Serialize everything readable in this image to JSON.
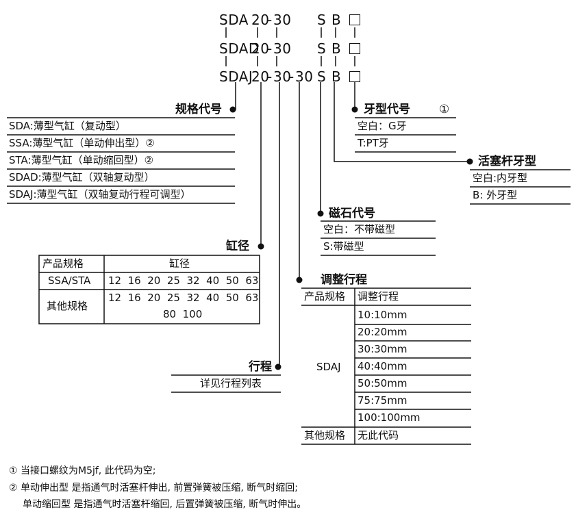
{
  "codes": [
    {
      "model": "SDA",
      "bore": "20",
      "sep1": "-",
      "stroke": "30",
      "sep2": "",
      "adj": "",
      "s": "S",
      "b": "B"
    },
    {
      "model": "SDAD",
      "bore": "20",
      "sep1": "-",
      "stroke": "30",
      "sep2": "",
      "adj": "",
      "s": "S",
      "b": "B"
    },
    {
      "model": "SDAJ",
      "bore": "20",
      "sep1": "-",
      "stroke": "30",
      "sep2": "-",
      "adj": "30",
      "s": "S",
      "b": "B"
    }
  ],
  "model_code": {
    "heading": "规格代号",
    "items": [
      "SDA:薄型气缸（复动型）",
      "SSA:薄型气缸（单动伸出型）②",
      "STA:薄型气缸（单动缩回型）②",
      "SDAD:薄型气缸（双轴复动型）",
      "SDAJ:薄型气缸（双轴复动行程可调型）"
    ]
  },
  "thread_code": {
    "heading": "牙型代号",
    "note_mark": "①",
    "items": [
      "空白：G牙",
      "T:PT牙"
    ]
  },
  "rod_thread": {
    "heading": "活塞杆牙型",
    "items": [
      "空白:内牙型",
      "B: 外牙型"
    ]
  },
  "magnet_code": {
    "heading": "磁石代号",
    "items": [
      "空白：不带磁型",
      "S:带磁型"
    ]
  },
  "bore_table": {
    "heading": "缸径",
    "col1": "产品规格",
    "col2": "缸径",
    "rows": [
      {
        "spec": "SSA/STA",
        "values": "12  16  20  25  32  40  50  63",
        "values2": ""
      },
      {
        "spec": "其他规格",
        "values": "12  16  20  25  32  40  50  63",
        "values2": "80  100"
      }
    ]
  },
  "stroke": {
    "heading": "行程",
    "items": [
      "详见行程列表"
    ]
  },
  "adjust_table": {
    "heading": "调整行程",
    "col1": "产品规格",
    "col2": "调整行程",
    "spec": "SDAJ",
    "values": [
      "10:10mm",
      "20:20mm",
      "30:30mm",
      "40:40mm",
      "50:50mm",
      "75:75mm",
      "100:100mm"
    ],
    "other_spec": "其他规格",
    "other_value": "无此代码"
  },
  "footnotes": [
    "① 当接口螺纹为M5jf, 此代码为空;",
    "② 单动伸出型 是指通气时活塞杆伸出, 前置弹簧被压缩, 断气时缩回;",
    "单动缩回型 是指通气时活塞杆缩回, 后置弹簧被压缩, 断气时伸出。"
  ]
}
